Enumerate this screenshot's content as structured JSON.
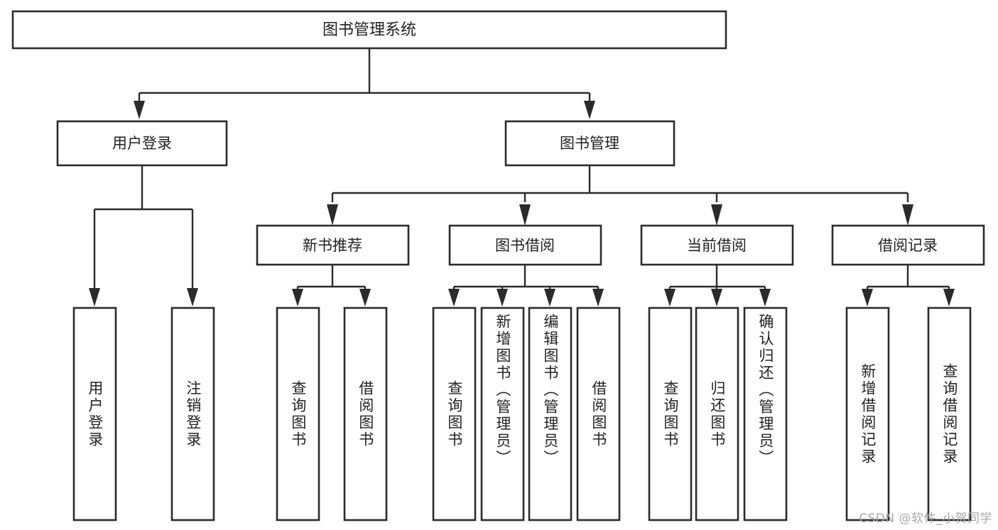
{
  "diagram": {
    "title": "图书管理系统",
    "type": "tree",
    "watermark": "CSDN @软件_小贺同学",
    "colors": {
      "stroke": "#2b2b2b",
      "fill": "#ffffff",
      "text": "#222222",
      "watermark": "#a8a8a8"
    },
    "levels": {
      "root": {
        "label": "图书管理系统"
      },
      "level1": [
        {
          "label": "用户登录"
        },
        {
          "label": "图书管理"
        }
      ],
      "level2": [
        {
          "label": "新书推荐"
        },
        {
          "label": "图书借阅"
        },
        {
          "label": "当前借阅"
        },
        {
          "label": "借阅记录"
        }
      ],
      "leaves": {
        "user_login": [
          {
            "label": "用户登录"
          },
          {
            "label": "注销登录"
          }
        ],
        "new_book_recommend": [
          {
            "label": "查询图书"
          },
          {
            "label": "借阅图书"
          }
        ],
        "book_borrow": [
          {
            "label": "查询图书"
          },
          {
            "label": "新增图书（管理员）"
          },
          {
            "label": "编辑图书（管理员）"
          },
          {
            "label": "借阅图书"
          }
        ],
        "current_borrow": [
          {
            "label": "查询图书"
          },
          {
            "label": "归还图书"
          },
          {
            "label": "确认归还（管理员）"
          }
        ],
        "borrow_record": [
          {
            "label": "新增借阅记录"
          },
          {
            "label": "查询借阅记录"
          }
        ]
      }
    }
  }
}
